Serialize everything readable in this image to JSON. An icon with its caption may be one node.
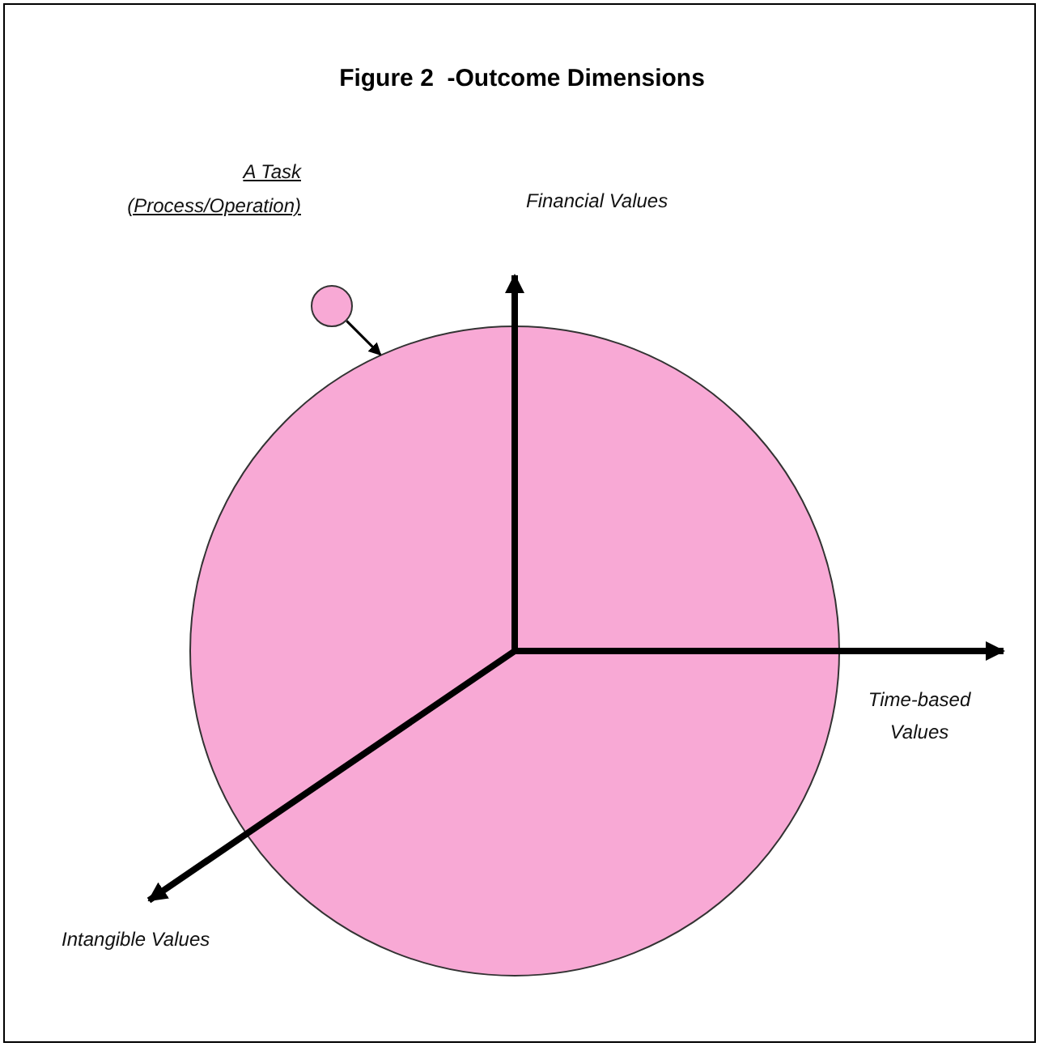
{
  "diagram": {
    "title": "Figure 2  -Outcome Dimensions",
    "nodes": [
      {
        "text": [],
        "shape": "circle",
        "beside": [
          "A Task (Process/Operation)"
        ]
      },
      {
        "text": [],
        "shape": "circle"
      }
    ],
    "edges": [
      {
        "from": 0,
        "to": 1,
        "arrow": "to"
      }
    ],
    "labels": [
      "Financial Values",
      "Time-based Values",
      "Intangible Values"
    ]
  }
}
